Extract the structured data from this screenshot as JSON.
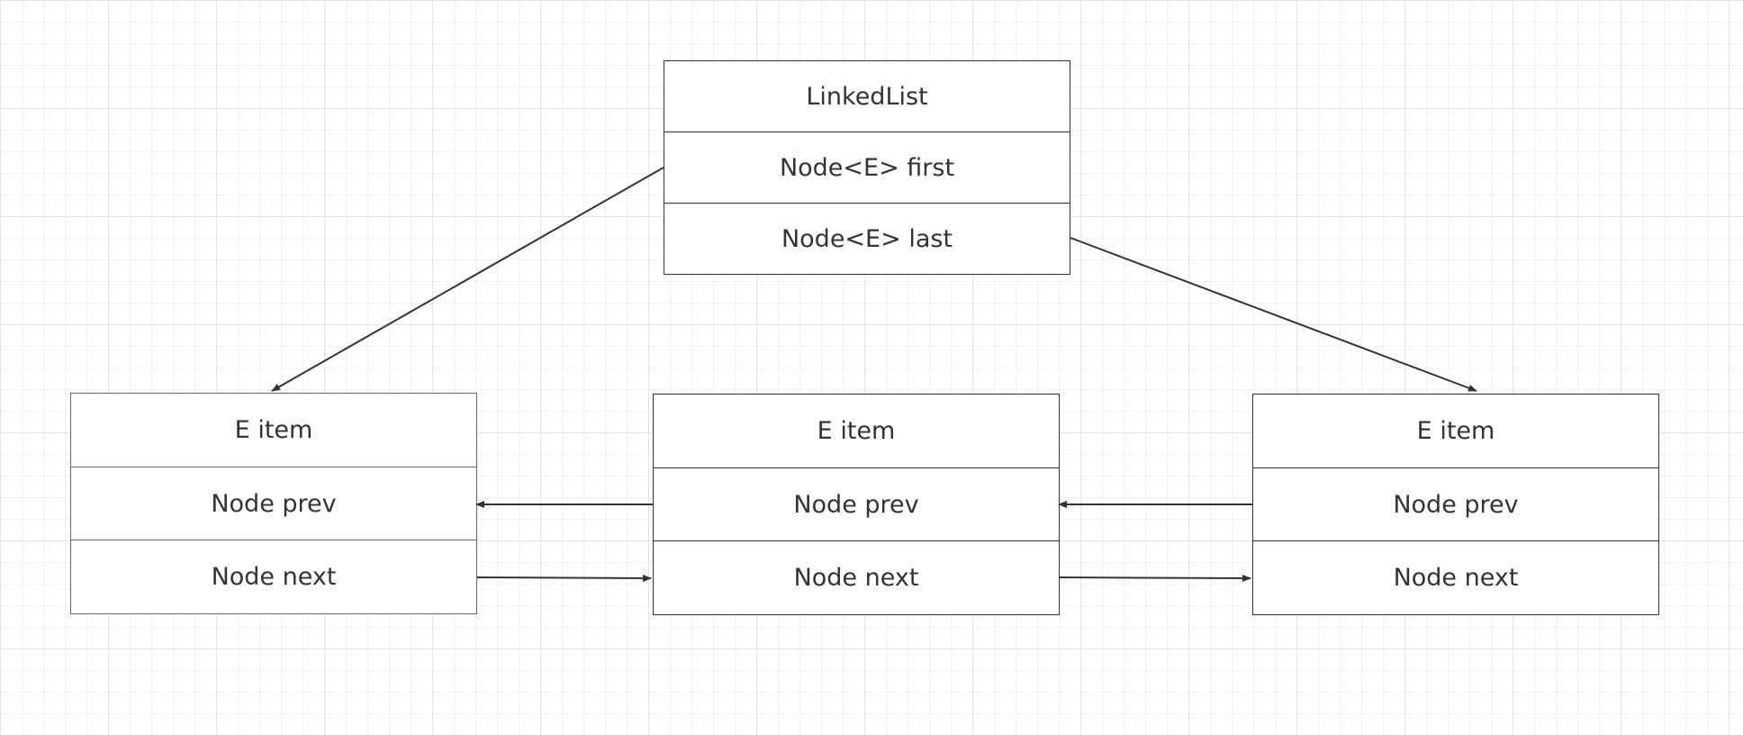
{
  "linked_list": {
    "title": "LinkedList",
    "first": "Node<E> first",
    "last": "Node<E> last"
  },
  "nodes": [
    {
      "item": "E item",
      "prev": "Node prev",
      "next": "Node next"
    },
    {
      "item": "E item",
      "prev": "Node prev",
      "next": "Node next"
    },
    {
      "item": "E item",
      "prev": "Node prev",
      "next": "Node next"
    }
  ],
  "colors": {
    "line": "#333333",
    "grid": "#e3e3e3",
    "background": "#ffffff"
  }
}
